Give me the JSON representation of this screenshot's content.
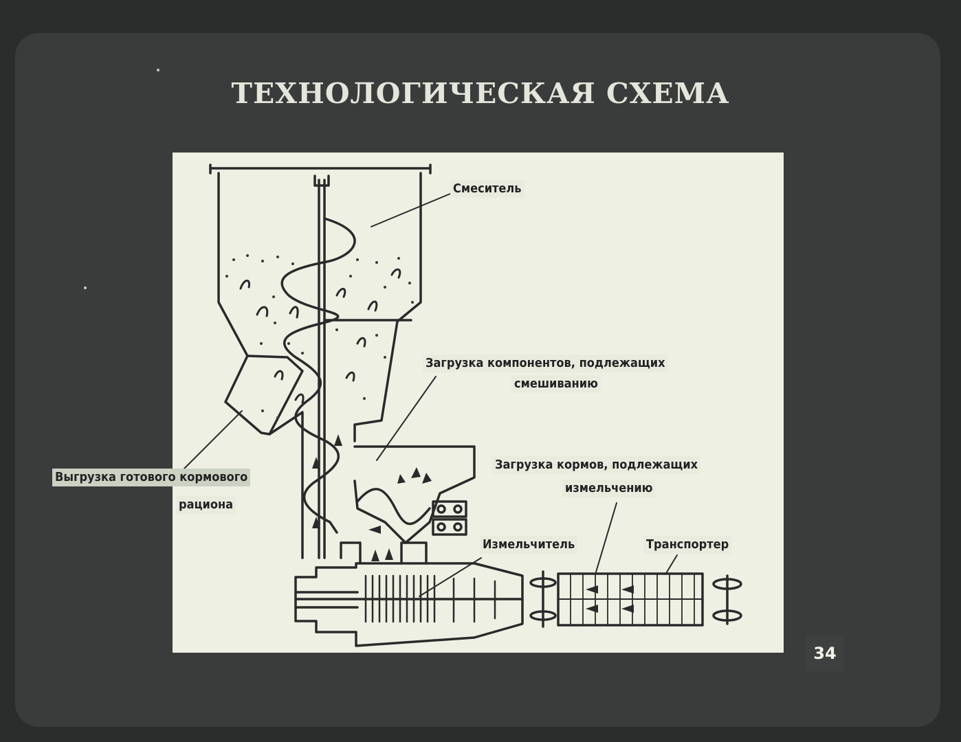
{
  "slide": {
    "title": "ТЕХНОЛОГИЧЕСКАЯ СХЕМА",
    "page_number": "34"
  },
  "labels": {
    "mixer": "Смеситель",
    "load_components_1": "Загрузка компонентов, подлежащих",
    "load_components_2": "смешиванию",
    "unload_1": "Выгрузка готового кормового",
    "unload_2": "рациона",
    "load_feed_1": "Загрузка кормов, подлежащих",
    "load_feed_2": "измельчению",
    "crusher": "Измельчитель",
    "conveyor": "Транспортер"
  }
}
